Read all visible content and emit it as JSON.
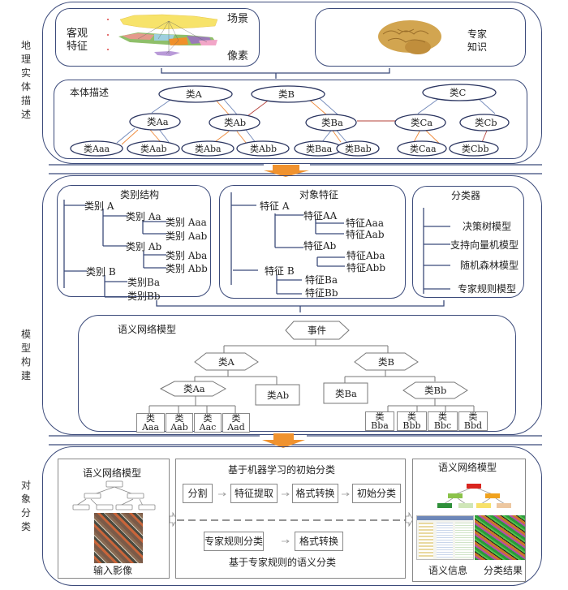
{
  "side_labels": {
    "section1": "地理实体描述",
    "section2": "模型构建",
    "section3": "对象分类"
  },
  "section1": {
    "scene_panel": {
      "left_label": "客观特征",
      "top_right": "场景",
      "bottom_right": "像素",
      "image": "multi-scale-layer-illustration"
    },
    "expert_panel": {
      "label": "专家知识",
      "image": "brain-illustration"
    },
    "ontology": {
      "title": "本体描述",
      "nodes": [
        "类A",
        "类B",
        "类C",
        "类Aa",
        "类Ab",
        "类Ba",
        "类Ca",
        "类Cb",
        "类Aaa",
        "类Aab",
        "类Aba",
        "类Abb",
        "类Baa",
        "类Bab",
        "类Caa",
        "类Cbb"
      ]
    }
  },
  "section2": {
    "category_structure": {
      "title": "类别结构",
      "items": [
        "类别 A",
        "类别 Aa",
        "类别 Aaa",
        "类别 Aab",
        "类别 Ab",
        "类别 Aba",
        "类别 Abb",
        "类别 B",
        "类别Ba",
        "类别Bb"
      ]
    },
    "object_features": {
      "title": "对象特征",
      "items": [
        "特征 A",
        "特征AA",
        "特征Aaa",
        "特征Aab",
        "特征Ab",
        "特征Aba",
        "特征Abb",
        "特征 B",
        "特征Ba",
        "特征Bb"
      ]
    },
    "classifier": {
      "title": "分类器",
      "items": [
        "决策树模型",
        "支持向量机模型",
        "随机森林模型",
        "专家规则模型"
      ]
    },
    "semantic_network": {
      "title": "语义网络模型",
      "root": "事件",
      "level1": [
        "类A",
        "类B"
      ],
      "level2": [
        "类Aa",
        "类Ab",
        "类Ba",
        "类Bb"
      ],
      "leaves_a": [
        [
          "类",
          "Aaa"
        ],
        [
          "类",
          "Aab"
        ],
        [
          "类",
          "Aac"
        ],
        [
          "类",
          "Aad"
        ]
      ],
      "leaves_b": [
        [
          "类",
          "Bba"
        ],
        [
          "类",
          "Bbb"
        ],
        [
          "类",
          "Bbc"
        ],
        [
          "类",
          "Bbd"
        ]
      ]
    }
  },
  "section3": {
    "input_panel": {
      "title": "语义网络模型",
      "caption": "输入影像"
    },
    "process_panel": {
      "ml_title": "基于机器学习的初始分类",
      "ml_steps": [
        "分割",
        "特征提取",
        "格式转换",
        "初始分类"
      ],
      "expert_steps": [
        "专家规则分类",
        "格式转换"
      ],
      "expert_title": "基于专家规则的语义分类"
    },
    "output_panel": {
      "title": "语义网络模型",
      "caption_left": "语义信息",
      "caption_right": "分类结果"
    }
  },
  "colors": {
    "frame": "#3b4a7a",
    "arrow_orange": "#f0922e",
    "edge_blue": "#6f86b8",
    "edge_orange": "#ef8a3a",
    "edge_red": "#b5403a"
  }
}
